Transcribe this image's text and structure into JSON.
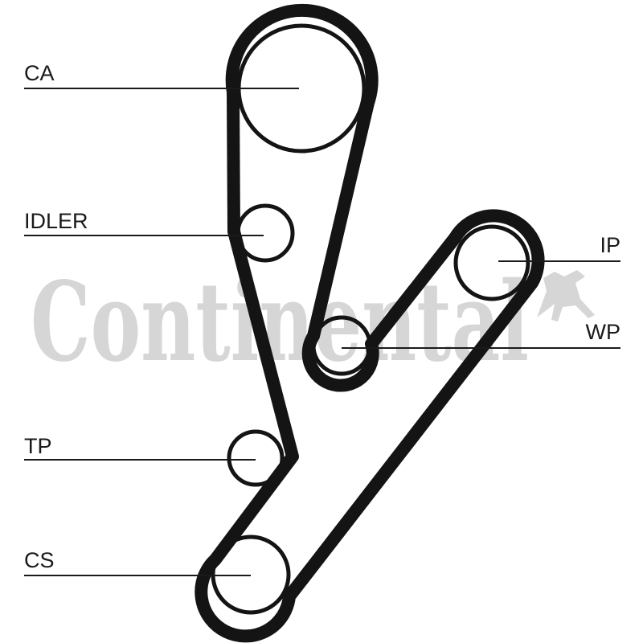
{
  "watermark": {
    "brand": "Continental",
    "logo_icon": "horse-icon"
  },
  "labels": {
    "ca": "CA",
    "idler": "IDLER",
    "tp": "TP",
    "cs": "CS",
    "ip": "IP",
    "wp": "WP"
  },
  "colors": {
    "belt": "#141414",
    "watermark": "#d6d6d6",
    "text": "#1a1a1a"
  }
}
